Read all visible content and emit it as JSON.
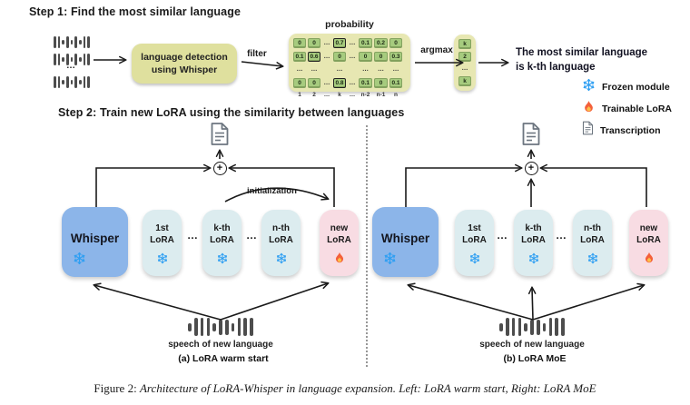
{
  "step1": {
    "title": "Step 1: Find the most similar language",
    "detect_line1": "language detection",
    "detect_line2": "using Whisper",
    "filter_label": "filter",
    "probability_label": "probability",
    "argmax_label": "argmax",
    "result_line1": "The most similar language",
    "result_line2": "is k-th language",
    "matrix": {
      "rows": [
        [
          {
            "v": "0"
          },
          {
            "v": "0"
          },
          {
            "v": "…"
          },
          {
            "v": "0.7",
            "hl": true
          },
          {
            "v": "…"
          },
          {
            "v": "0.1"
          },
          {
            "v": "0.2"
          },
          {
            "v": "0"
          }
        ],
        [
          {
            "v": "0.1"
          },
          {
            "v": "0.6",
            "hl": true
          },
          {
            "v": "…"
          },
          {
            "v": "0"
          },
          {
            "v": "…"
          },
          {
            "v": "0"
          },
          {
            "v": "0"
          },
          {
            "v": "0.3"
          }
        ],
        [
          {
            "v": "…"
          },
          {
            "v": "…"
          },
          {
            "v": ""
          },
          {
            "v": "…"
          },
          {
            "v": ""
          },
          {
            "v": "…"
          },
          {
            "v": "…"
          },
          {
            "v": "…"
          }
        ],
        [
          {
            "v": "0"
          },
          {
            "v": "0"
          },
          {
            "v": "…"
          },
          {
            "v": "0.8",
            "hl": true
          },
          {
            "v": "…"
          },
          {
            "v": "0.1"
          },
          {
            "v": "0"
          },
          {
            "v": "0.1"
          }
        ]
      ],
      "col_labels": [
        "1",
        "2",
        "…",
        "k",
        "…",
        "n-2",
        "n-1",
        "n"
      ]
    },
    "argmax_vector": [
      "k",
      "2",
      "…",
      "k"
    ]
  },
  "legend": {
    "items": [
      {
        "icon": "snowflake",
        "label": "Frozen module"
      },
      {
        "icon": "flame",
        "label": "Trainable LoRA"
      },
      {
        "icon": "document",
        "label": "Transcription"
      }
    ]
  },
  "step2": {
    "title": "Step 2: Train new LoRA using the similarity between languages",
    "plus_symbol": "+",
    "ellipsis": "…",
    "boxes": {
      "whisper": "Whisper",
      "lora1_l1": "1st",
      "lora1_l2": "LoRA",
      "lorak_l1": "k-th",
      "lorak_l2": "LoRA",
      "loran_l1": "n-th",
      "loran_l2": "LoRA",
      "loranew_l1": "new",
      "loranew_l2": "LoRA"
    },
    "diagram_a": {
      "init_label": "initialization",
      "speech_label": "speech of new language",
      "caption": "(a) LoRA warm start"
    },
    "diagram_b": {
      "speech_label": "speech of new language",
      "caption": "(b) LoRA MoE"
    }
  },
  "figure_caption": {
    "prefix": "Figure 2:",
    "text": "Architecture of LoRA-Whisper in language expansion. Left: LoRA warm start, Right: LoRA MoE"
  },
  "colors": {
    "whisper_blue": "#8cb5e9",
    "lora_cyan": "#dcecef",
    "new_lora_pink": "#f8dce3",
    "matrix_khaki": "#e7e7b2",
    "detect_khaki": "#dfe09e",
    "cell_green": "#a6cb7e",
    "snowflake_blue": "#2f9ff2",
    "flame_orange": "#f4603a"
  }
}
